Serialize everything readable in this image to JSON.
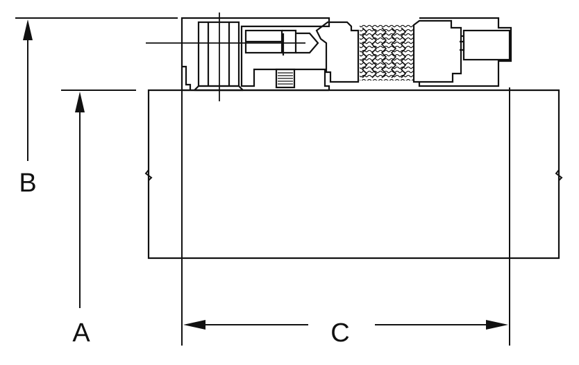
{
  "diagram": {
    "dimensions": [
      {
        "id": "A",
        "label": "A"
      },
      {
        "id": "B",
        "label": "B"
      },
      {
        "id": "C",
        "label": "C"
      }
    ]
  },
  "colors": {
    "stroke": "#111111",
    "background": "#ffffff"
  }
}
